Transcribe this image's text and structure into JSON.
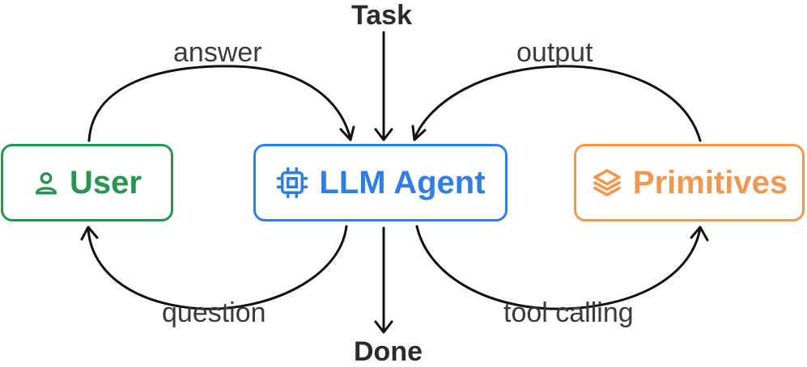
{
  "nodes": {
    "user": {
      "label": "User",
      "icon": "person-icon",
      "color": "#26954f"
    },
    "agent": {
      "label": "LLM Agent",
      "icon": "chip-icon",
      "color": "#2f7ee6"
    },
    "primitives": {
      "label": "Primitives",
      "icon": "layers-icon",
      "color": "#f0994e"
    }
  },
  "edges": {
    "answer": "answer",
    "question": "question",
    "output": "output",
    "tool_calling": "tool calling"
  },
  "io": {
    "task": "Task",
    "done": "Done"
  },
  "colors": {
    "arrow": "#111111",
    "edge_text": "#3a3a3a",
    "io_text": "#2b2b2b"
  }
}
